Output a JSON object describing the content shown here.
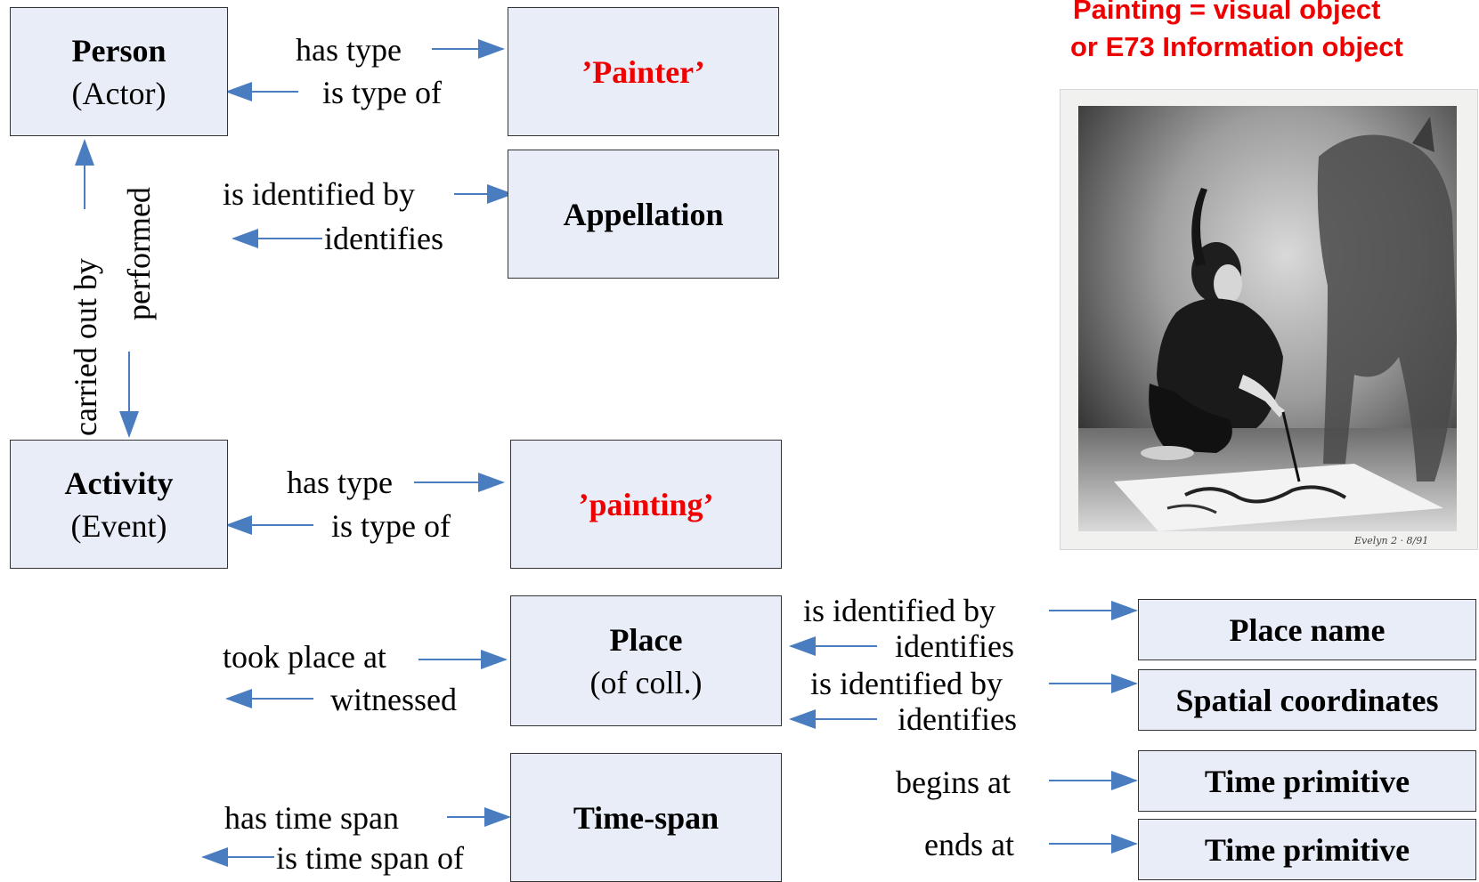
{
  "boxes": {
    "person": {
      "title": "Person",
      "sub": "(Actor)"
    },
    "painter": {
      "title": "’Painter’"
    },
    "appellation": {
      "title": "Appellation"
    },
    "activity": {
      "title": "Activity",
      "sub": "(Event)"
    },
    "painting": {
      "title": "’painting’"
    },
    "place": {
      "title": "Place",
      "sub": "(of coll.)"
    },
    "timespan": {
      "title": "Time-span"
    },
    "place_name": {
      "title": "Place name"
    },
    "spatial": {
      "title": "Spatial coordinates"
    },
    "time_prim_1": {
      "title": "Time primitive"
    },
    "time_prim_2": {
      "title": "Time primitive"
    }
  },
  "labels": {
    "has_type_1": "has type",
    "is_type_of_1": "is type of",
    "is_identified_by_1": "is identified by",
    "identifies_1": "identifies",
    "carried_out_by": "carried out by",
    "performed": "performed",
    "has_type_2": "has type",
    "is_type_of_2": "is type of",
    "took_place_at": "took place at",
    "witnessed": "witnessed",
    "has_time_span": "has time span",
    "is_time_span_of": "is time span of",
    "is_identified_by_2": "is identified by",
    "identifies_2": "identifies",
    "is_identified_by_3": "is identified by",
    "identifies_3": "identifies",
    "begins_at": "begins at",
    "ends_at": "ends at"
  },
  "note": {
    "line1": "Painting = visual object",
    "line2": "or E73 Information object"
  },
  "photo": {
    "signature": "Evelyn 2 · 8/91"
  },
  "colors": {
    "box_fill": "#e8edf7",
    "arrow": "#4a7cc0",
    "highlight": "#ee0000"
  }
}
